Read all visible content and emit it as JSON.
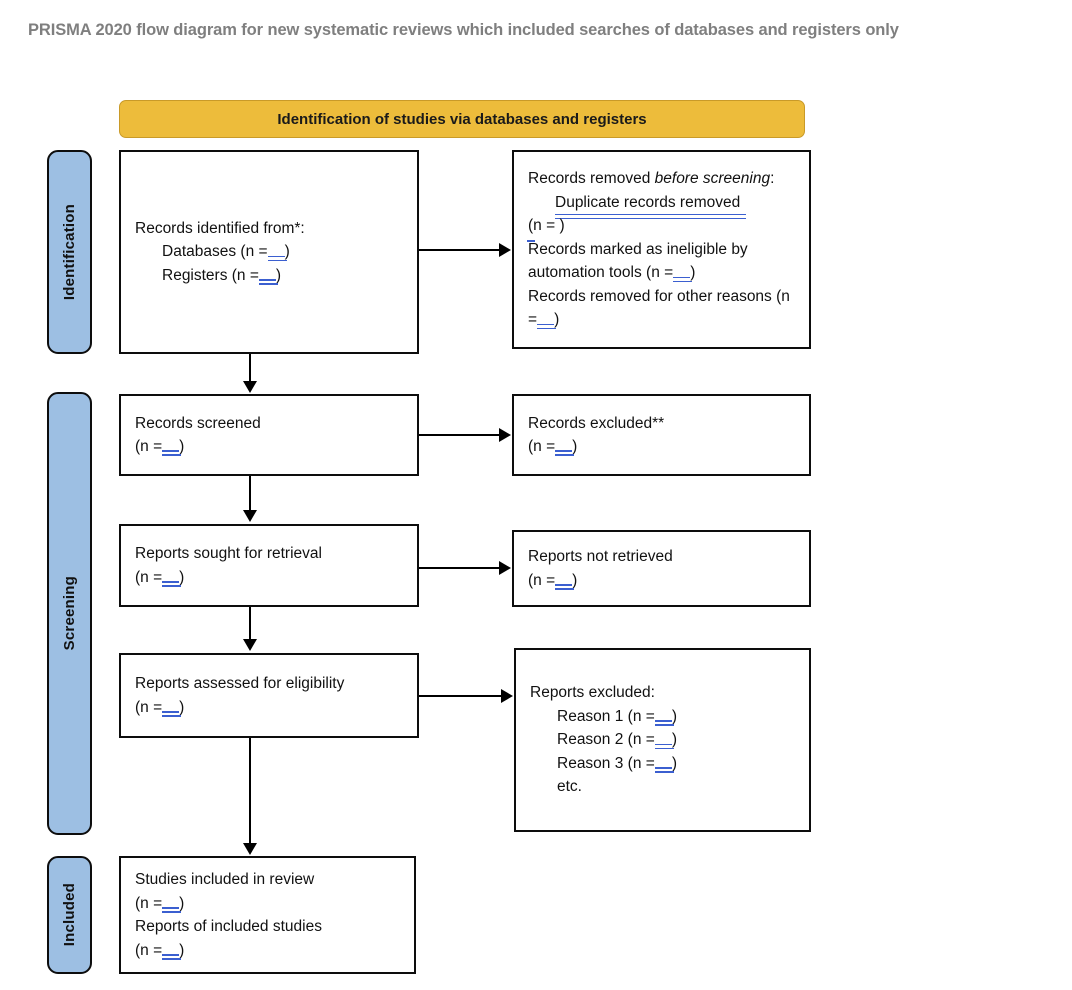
{
  "title": "PRISMA 2020 flow diagram for new systematic reviews which included searches of databases and registers only",
  "colors": {
    "stage_header_bg": "#edbc3b",
    "phase_bar_bg": "#9dbfe3",
    "title_text": "#7f7f7f",
    "field_marker": "#3b5fd0",
    "box_border": "#0d0d0d"
  },
  "stage_header": {
    "label": "Identification of studies via databases and registers"
  },
  "phases": [
    {
      "key": "identification",
      "label": "Identification"
    },
    {
      "key": "screening",
      "label": "Screening"
    },
    {
      "key": "included",
      "label": "Included"
    }
  ],
  "boxes": {
    "identified": {
      "title": "Records identified from*:",
      "items": [
        {
          "label": "Databases (n =",
          "close": ")"
        },
        {
          "label": "Registers (n =",
          "close": ")"
        }
      ]
    },
    "removed": {
      "title_part1": "Records removed ",
      "title_italic": "before screening",
      "title_part2": ":",
      "duplicate_label": "Duplicate records removed",
      "duplicate_n": "(n = )",
      "ineligible_label": "Records marked as ineligible by automation tools (n =",
      "ineligible_close": ")",
      "other_label": "Records removed for other reasons (n =",
      "other_close": ")"
    },
    "screened": {
      "title": "Records screened",
      "n_label": "(n =",
      "n_close": ")"
    },
    "excluded": {
      "title": "Records excluded**",
      "n_label": "(n =",
      "n_close": ")"
    },
    "sought": {
      "title": "Reports sought for retrieval",
      "n_label": "(n =",
      "n_close": ")"
    },
    "not_retrieved": {
      "title": "Reports not retrieved",
      "n_label": "(n =",
      "n_close": ")"
    },
    "assessed": {
      "title": "Reports assessed for eligibility",
      "n_label": "(n =",
      "n_close": ")"
    },
    "reports_excluded": {
      "title": "Reports excluded:",
      "reasons": [
        {
          "label": "Reason 1 (n =",
          "close": ")"
        },
        {
          "label": "Reason 2 (n =",
          "close": ")"
        },
        {
          "label": "Reason 3 (n =",
          "close": ")"
        }
      ],
      "etc": "etc."
    },
    "included": {
      "studies_label": "Studies included in review",
      "studies_n_label": "(n =",
      "studies_n_close": ")",
      "reports_label": "Reports of included studies",
      "reports_n_label": "(n =",
      "reports_n_close": ")"
    }
  }
}
